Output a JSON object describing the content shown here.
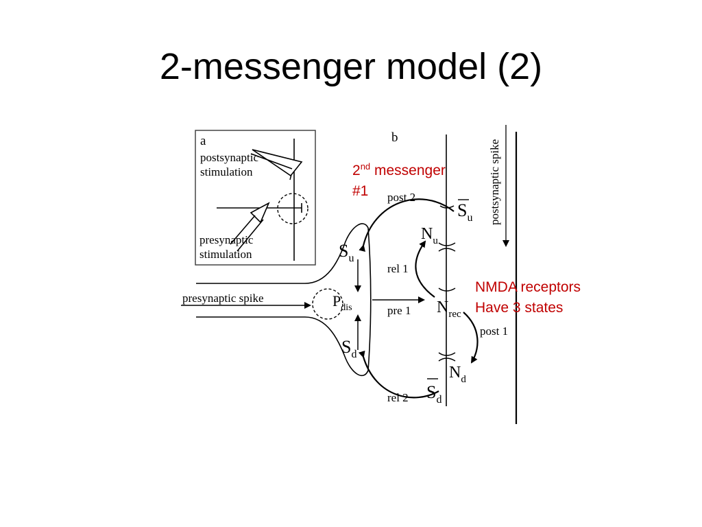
{
  "slide": {
    "title": "2-messenger model (2)"
  },
  "panel_a": {
    "letter": "a",
    "postsynaptic_line1": "postsynaptic",
    "postsynaptic_line2": "stimulation",
    "presynaptic_line1": "presynaptic",
    "presynaptic_line2": "stimulation"
  },
  "panel_b": {
    "letter": "b",
    "presynaptic_spike": "presynaptic spike",
    "postsynaptic_spike": "postsynaptic spike",
    "su_base": "S",
    "su_sub": "u",
    "sd_base": "S",
    "sd_sub": "d",
    "pdis_base": "P",
    "pdis_sub": "dis",
    "su_bar_base": "S",
    "su_bar_sub": "u",
    "sd_bar_base": "S",
    "sd_bar_sub": "d",
    "nu_base": "N",
    "nu_sub": "u",
    "nrec_base": "N",
    "nrec_sub": "rec",
    "nd_base": "N",
    "nd_sub": "d",
    "post2": "post 2",
    "rel1": "rel 1",
    "pre1": "pre 1",
    "post1": "post 1",
    "rel2": "rel 2"
  },
  "annotations": {
    "messenger_num": "2",
    "messenger_sup": "nd",
    "messenger_word": " messenger",
    "messenger_line2": "#1",
    "nmda_line1": "NMDA receptors",
    "nmda_line2": "Have 3 states",
    "color": "#c00000"
  }
}
